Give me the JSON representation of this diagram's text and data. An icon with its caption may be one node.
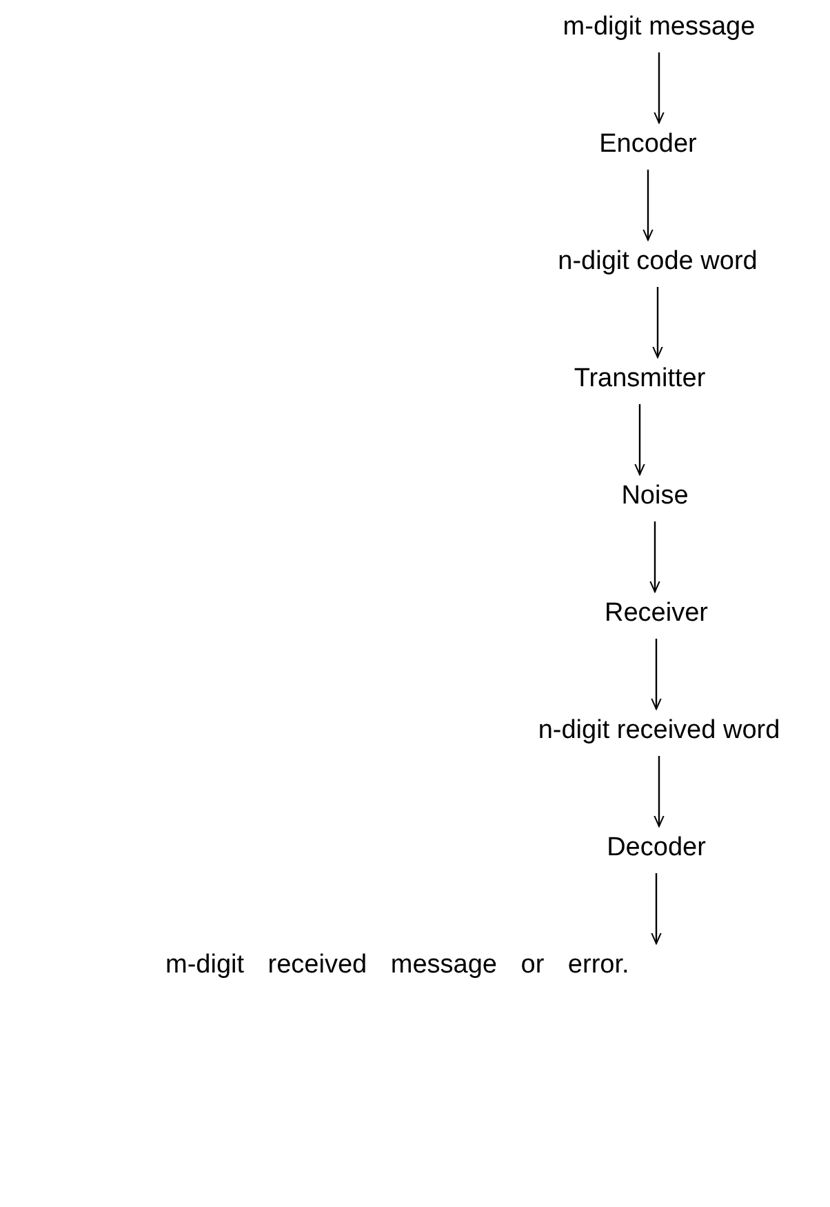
{
  "diagram": {
    "nodes": [
      {
        "text": [
          "m-digit message"
        ]
      },
      {
        "text": [
          "Encoder"
        ]
      },
      {
        "text": [
          "n-digit code word"
        ]
      },
      {
        "text": [
          "Transmitter"
        ]
      },
      {
        "text": [
          "Noise"
        ]
      },
      {
        "text": [
          "Receiver"
        ]
      },
      {
        "text": [
          "n-digit received word"
        ]
      },
      {
        "text": [
          "Decoder"
        ]
      },
      {
        "text": [
          "m-digit received message or error."
        ]
      }
    ],
    "edges": [
      {
        "from": 0,
        "to": 1,
        "arrow": "to"
      },
      {
        "from": 1,
        "to": 2,
        "arrow": "to"
      },
      {
        "from": 2,
        "to": 3,
        "arrow": "to"
      },
      {
        "from": 3,
        "to": 4,
        "arrow": "to"
      },
      {
        "from": 4,
        "to": 5,
        "arrow": "to"
      },
      {
        "from": 5,
        "to": 6,
        "arrow": "to"
      },
      {
        "from": 6,
        "to": 7,
        "arrow": "to"
      },
      {
        "from": 7,
        "to": 8,
        "arrow": "to"
      }
    ]
  }
}
